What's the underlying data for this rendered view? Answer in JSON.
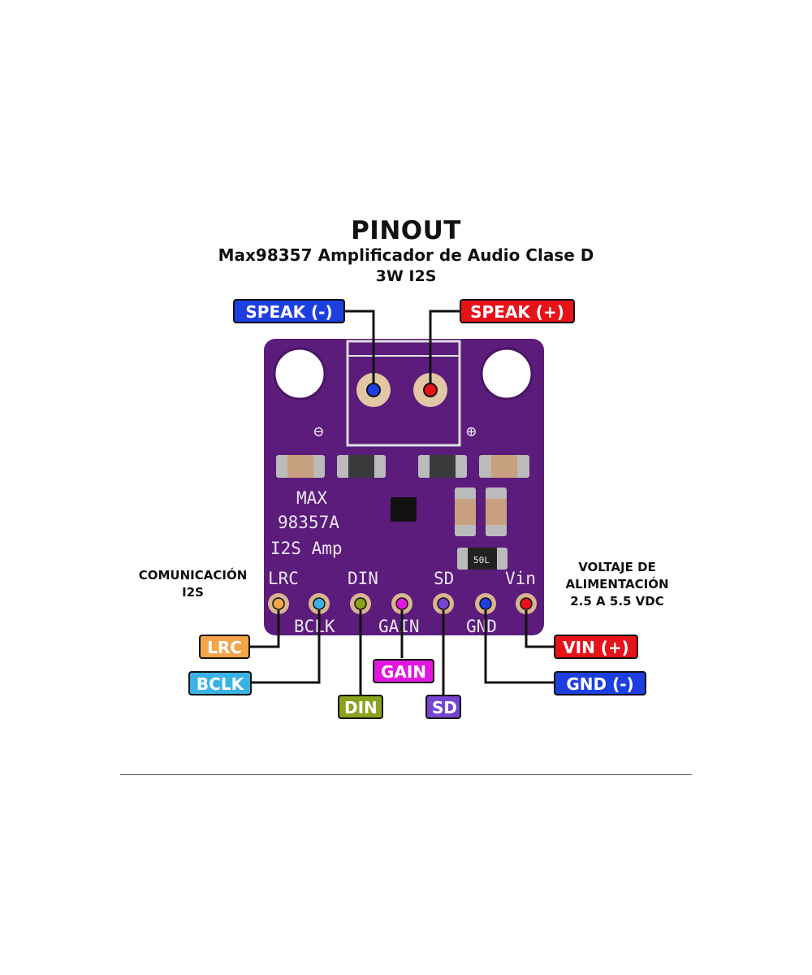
{
  "title": "PINOUT",
  "subtitle_line1": "Max98357 Amplificador de Audio Clase D",
  "subtitle_line2": "3W I2S",
  "left_note": "COMUNICACIÓN\nI2S",
  "right_note": "VOLTAJE DE\nALIMENTACIÓN\n2.5 A 5.5 VDC",
  "board": {
    "color": "#5b1c7c",
    "silkscreen": {
      "chip_line1": "MAX",
      "chip_line2": "98357A",
      "chip_line3": "I2S Amp",
      "resistor": "50L",
      "minus_symbol": "⊖",
      "plus_symbol": "⊕"
    },
    "pin_names_top": [
      "LRC",
      "DIN",
      "SD",
      "Vin"
    ],
    "pin_names_bottom": [
      "BCLK",
      "GAIN",
      "GND"
    ]
  },
  "labels": {
    "speak_minus": {
      "text": "SPEAK (-)",
      "color": "#1e3fe0"
    },
    "speak_plus": {
      "text": "SPEAK (+)",
      "color": "#e8121a"
    },
    "lrc": {
      "text": "LRC",
      "color": "#f5a447"
    },
    "bclk": {
      "text": "BCLK",
      "color": "#3ab2e3"
    },
    "din": {
      "text": "DIN",
      "color": "#8aa31e"
    },
    "gain": {
      "text": "GAIN",
      "color": "#e316e0"
    },
    "sd": {
      "text": "SD",
      "color": "#7545d2"
    },
    "gnd": {
      "text": "GND (-)",
      "color": "#1e3fe0"
    },
    "vin": {
      "text": "VIN (+)",
      "color": "#e8121a"
    }
  }
}
